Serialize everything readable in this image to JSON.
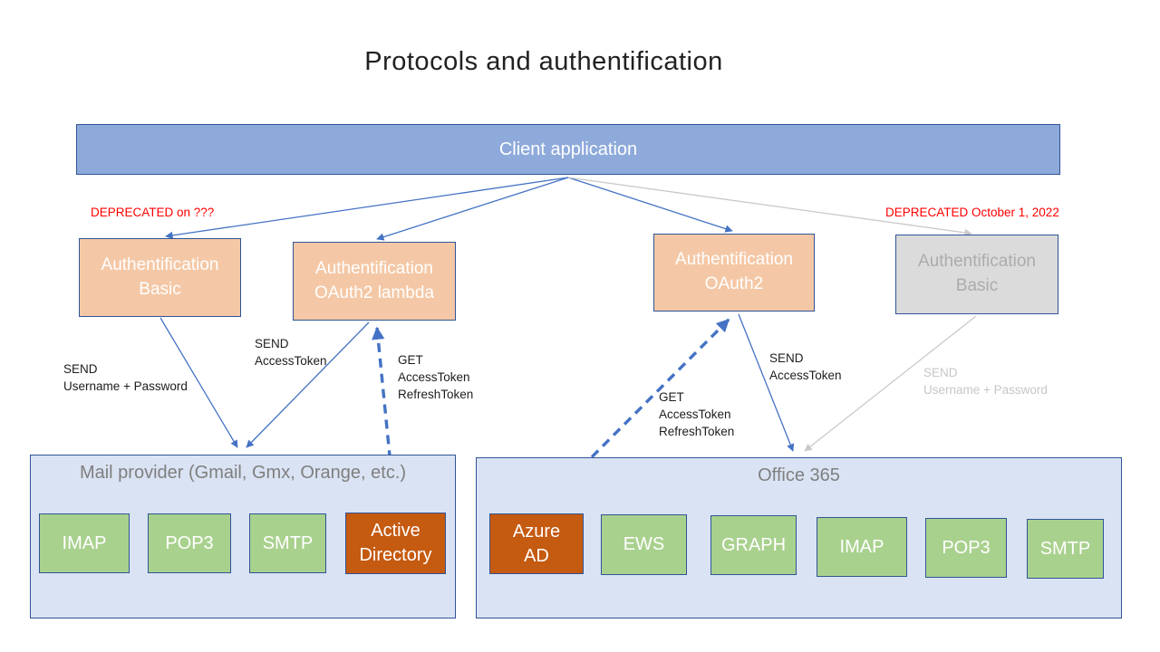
{
  "title": "Protocols and authentification",
  "client": {
    "label": "Client application"
  },
  "deprecated": {
    "left": "DEPRECATED on ???",
    "right": "DEPRECATED October 1, 2022"
  },
  "auth_boxes": {
    "basic_left": {
      "line1": "Authentification",
      "line2": "Basic"
    },
    "oauth2_lambda": {
      "line1": "Authentification",
      "line2": "OAuth2 lambda"
    },
    "oauth2": {
      "line1": "Authentification",
      "line2": "OAuth2"
    },
    "basic_right": {
      "line1": "Authentification",
      "line2": "Basic"
    }
  },
  "edge_labels": {
    "send_user_pwd_left": {
      "line1": "SEND",
      "line2": "Username + Password"
    },
    "send_accesstoken_left": {
      "line1": "SEND",
      "line2": "AccessToken"
    },
    "get_tokens_left": {
      "line1": "GET",
      "line2": "AccessToken",
      "line3": "RefreshToken"
    },
    "get_tokens_right": {
      "line1": "GET",
      "line2": "AccessToken",
      "line3": "RefreshToken"
    },
    "send_accesstoken_right": {
      "line1": "SEND",
      "line2": "AccessToken"
    },
    "send_user_pwd_right": {
      "line1": "SEND",
      "line2": "Username + Password"
    }
  },
  "mail_provider": {
    "title": "Mail provider (Gmail, Gmx, Orange, etc.)",
    "boxes": [
      {
        "label": "IMAP"
      },
      {
        "label": "POP3"
      },
      {
        "label": "SMTP"
      },
      {
        "label": "Active Directory"
      }
    ]
  },
  "office365": {
    "title": "Office 365",
    "boxes": [
      {
        "label": "Azure AD"
      },
      {
        "label": "EWS"
      },
      {
        "label": "GRAPH"
      },
      {
        "label": "IMAP"
      },
      {
        "label": "POP3"
      },
      {
        "label": "SMTP"
      }
    ]
  },
  "colors": {
    "accent_blue": "#4472C4",
    "border_navy": "#2F5496",
    "box_blue": "#8EAADB",
    "box_orange": "#F4C8A6",
    "box_gray": "#DBDBDB",
    "container_fill": "#DAE3F3",
    "protocol_green": "#A9D18E",
    "directory_orange": "#C55A11",
    "deprecated_red": "#FF0000",
    "gray_arrow": "#C9C9CA"
  }
}
